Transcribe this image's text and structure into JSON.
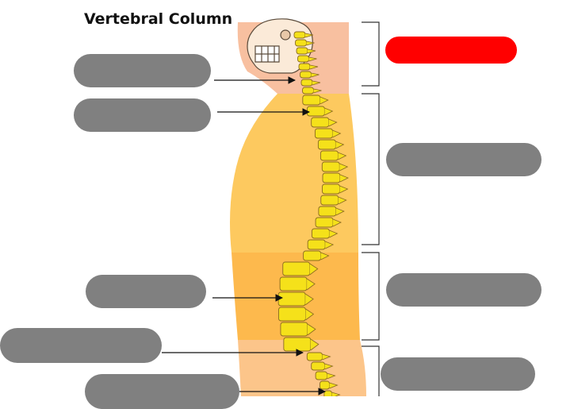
{
  "diagram": {
    "title": "Vertebral Column",
    "colors": {
      "placeholder": "#808080",
      "highlight": "#ff0000",
      "neck_skin": "#f8c0a0",
      "body_upper": "#fdc95f",
      "body_lower": "#fdb94d",
      "pelvis": "#fcc58a",
      "bone": "#f5e11a",
      "bone_outline": "#8a6a20",
      "arrow": "#111111",
      "bracket": "#333333"
    },
    "labels": [
      {
        "id": "left-1",
        "text": "",
        "state": "placeholder"
      },
      {
        "id": "left-2",
        "text": "",
        "state": "placeholder"
      },
      {
        "id": "left-3",
        "text": "",
        "state": "placeholder"
      },
      {
        "id": "left-4",
        "text": "",
        "state": "placeholder"
      },
      {
        "id": "left-5",
        "text": "",
        "state": "placeholder"
      },
      {
        "id": "right-1",
        "text": "",
        "state": "highlighted"
      },
      {
        "id": "right-2",
        "text": "",
        "state": "placeholder"
      },
      {
        "id": "right-3",
        "text": "",
        "state": "placeholder"
      },
      {
        "id": "right-4",
        "text": "",
        "state": "placeholder"
      }
    ]
  }
}
